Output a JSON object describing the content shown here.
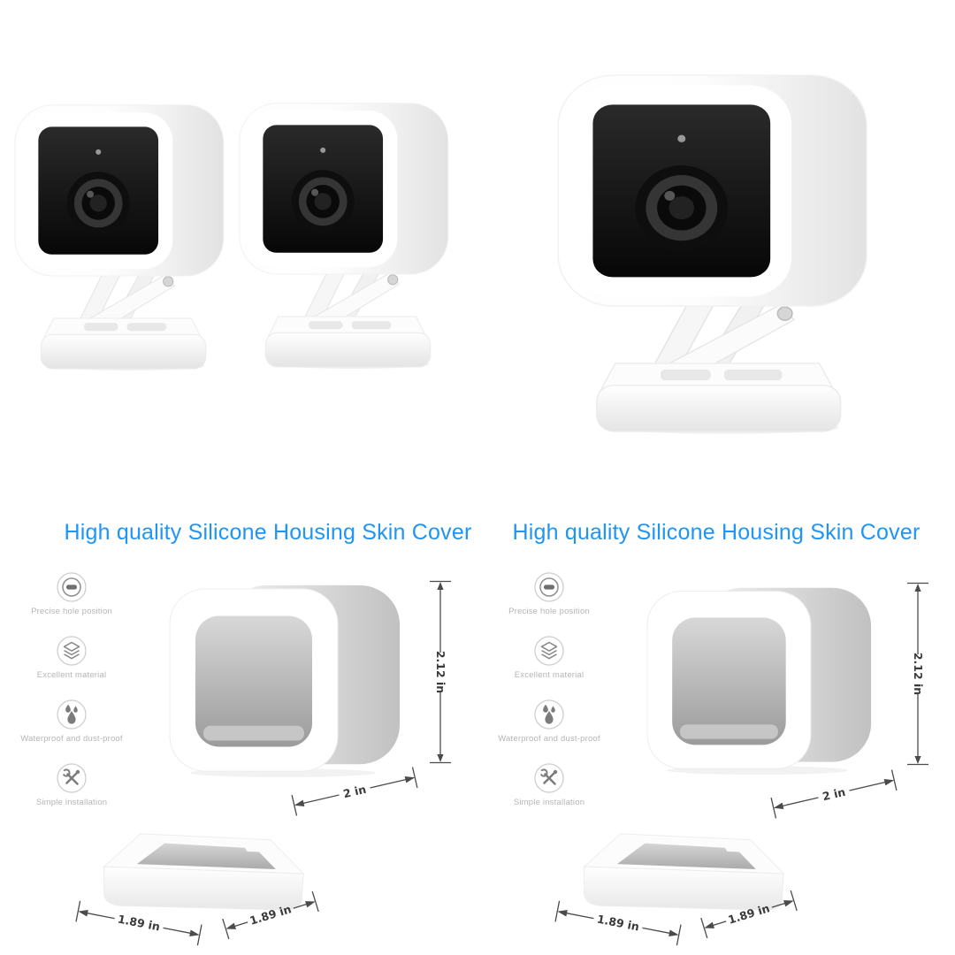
{
  "colors": {
    "background": "#ffffff",
    "heading_blue": "#2095f3",
    "feature_label_gray": "#b5b5b5",
    "dimension_line": "#4b4b4b",
    "dimension_text": "#3a3a3a"
  },
  "top_gallery": {
    "photos": [
      {
        "name": "security-camera-photo-small-left"
      },
      {
        "name": "security-camera-photo-small-right"
      },
      {
        "name": "security-camera-photo-large"
      }
    ]
  },
  "panels": [
    {
      "heading": "High quality Silicone Housing Skin Cover",
      "features": [
        {
          "icon": "lens-hole-icon",
          "label": "Precise hole position"
        },
        {
          "icon": "layers-icon",
          "label": "Excellent material"
        },
        {
          "icon": "water-drops-icon",
          "label": "Waterproof and dust-proof"
        },
        {
          "icon": "tools-icon",
          "label": "Simple installation"
        }
      ],
      "dims": {
        "height": "2.12 in",
        "width": "2 in",
        "base_left": "1.89 in",
        "base_right": "1.89 in"
      }
    },
    {
      "heading": "High quality Silicone Housing Skin Cover",
      "features": [
        {
          "icon": "lens-hole-icon",
          "label": "Precise hole position"
        },
        {
          "icon": "layers-icon",
          "label": "Excellent material"
        },
        {
          "icon": "water-drops-icon",
          "label": "Waterproof and dust-proof"
        },
        {
          "icon": "tools-icon",
          "label": "Simple installation"
        }
      ],
      "dims": {
        "height": "2.12 in",
        "width": "2 in",
        "base_left": "1.89 in",
        "base_right": "1.89 in"
      }
    }
  ]
}
